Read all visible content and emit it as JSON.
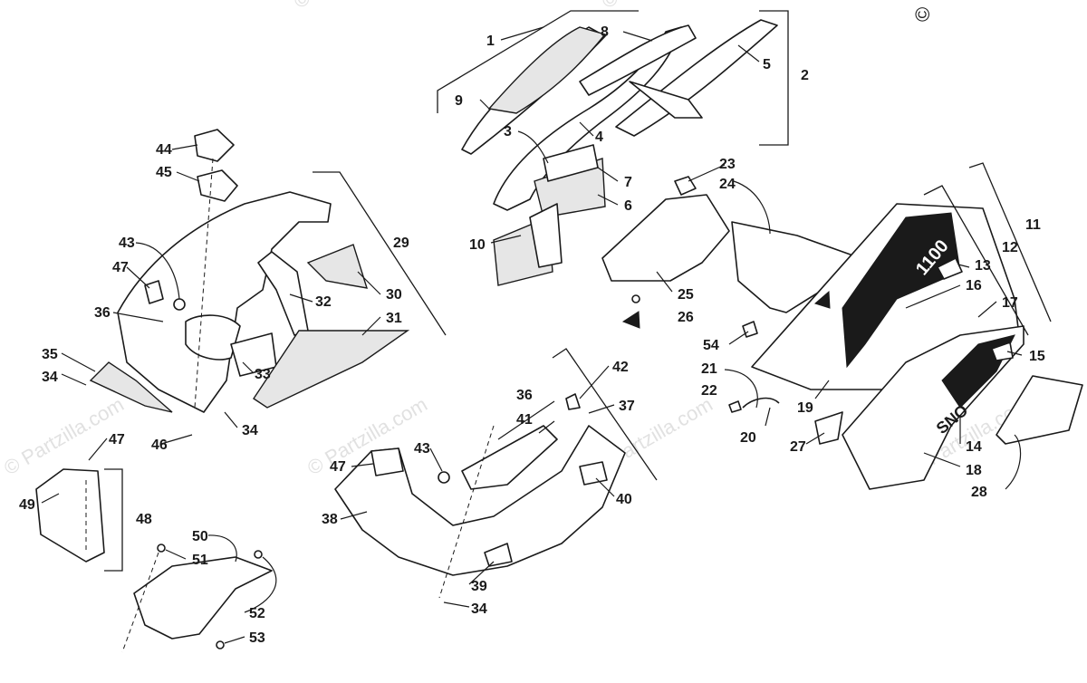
{
  "watermarks": {
    "text": "© Partzilla.com",
    "copyright": "©"
  },
  "callouts": [
    {
      "id": "c1",
      "text": "1"
    },
    {
      "id": "c2",
      "text": "2"
    },
    {
      "id": "c3",
      "text": "3"
    },
    {
      "id": "c4",
      "text": "4"
    },
    {
      "id": "c5",
      "text": "5"
    },
    {
      "id": "c6",
      "text": "6"
    },
    {
      "id": "c7",
      "text": "7"
    },
    {
      "id": "c8",
      "text": "8"
    },
    {
      "id": "c9",
      "text": "9"
    },
    {
      "id": "c10",
      "text": "10"
    },
    {
      "id": "c11",
      "text": "11"
    },
    {
      "id": "c12",
      "text": "12"
    },
    {
      "id": "c13",
      "text": "13"
    },
    {
      "id": "c14",
      "text": "14"
    },
    {
      "id": "c15",
      "text": "15"
    },
    {
      "id": "c16",
      "text": "16"
    },
    {
      "id": "c17",
      "text": "17"
    },
    {
      "id": "c18",
      "text": "18"
    },
    {
      "id": "c19",
      "text": "19"
    },
    {
      "id": "c20",
      "text": "20"
    },
    {
      "id": "c21",
      "text": "21"
    },
    {
      "id": "c22",
      "text": "22"
    },
    {
      "id": "c23",
      "text": "23"
    },
    {
      "id": "c24",
      "text": "24"
    },
    {
      "id": "c25",
      "text": "25"
    },
    {
      "id": "c26",
      "text": "26"
    },
    {
      "id": "c27",
      "text": "27"
    },
    {
      "id": "c28",
      "text": "28"
    },
    {
      "id": "c29",
      "text": "29"
    },
    {
      "id": "c30",
      "text": "30"
    },
    {
      "id": "c31",
      "text": "31"
    },
    {
      "id": "c32",
      "text": "32"
    },
    {
      "id": "c33",
      "text": "33"
    },
    {
      "id": "c34a",
      "text": "34"
    },
    {
      "id": "c34b",
      "text": "34"
    },
    {
      "id": "c34c",
      "text": "34"
    },
    {
      "id": "c35",
      "text": "35"
    },
    {
      "id": "c36a",
      "text": "36"
    },
    {
      "id": "c36b",
      "text": "36"
    },
    {
      "id": "c37",
      "text": "37"
    },
    {
      "id": "c38",
      "text": "38"
    },
    {
      "id": "c39",
      "text": "39"
    },
    {
      "id": "c40",
      "text": "40"
    },
    {
      "id": "c41",
      "text": "41"
    },
    {
      "id": "c42",
      "text": "42"
    },
    {
      "id": "c43a",
      "text": "43"
    },
    {
      "id": "c43b",
      "text": "43"
    },
    {
      "id": "c44",
      "text": "44"
    },
    {
      "id": "c45",
      "text": "45"
    },
    {
      "id": "c46",
      "text": "46"
    },
    {
      "id": "c47a",
      "text": "47"
    },
    {
      "id": "c47b",
      "text": "47"
    },
    {
      "id": "c47c",
      "text": "47"
    },
    {
      "id": "c48",
      "text": "48"
    },
    {
      "id": "c49",
      "text": "49"
    },
    {
      "id": "c50",
      "text": "50"
    },
    {
      "id": "c51",
      "text": "51"
    },
    {
      "id": "c52",
      "text": "52"
    },
    {
      "id": "c53",
      "text": "53"
    },
    {
      "id": "c54",
      "text": "54"
    }
  ],
  "decal_text": "1100",
  "decal_text_2": "SNO"
}
